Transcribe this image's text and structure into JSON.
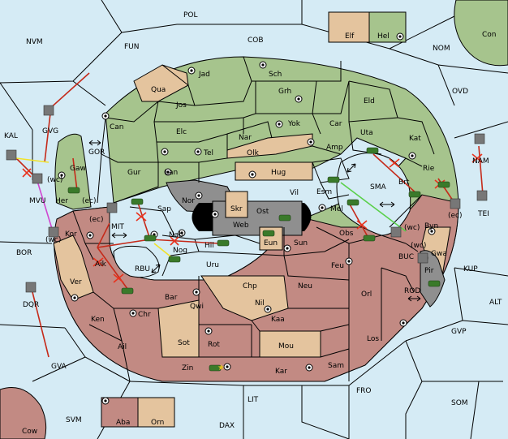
{
  "colors": {
    "sea": "#d5ebf5",
    "green_power": "#a6c48d",
    "red_power": "#c28a83",
    "tan_power": "#e4c49e",
    "neutral_grey": "#8f8f8f",
    "order_red": "#c52a1a",
    "support_yellow": "#f1e22a",
    "convoy_green": "#5ad04a",
    "retreat_magenta": "#d046d0"
  },
  "labels": {
    "pol": "POL",
    "fun": "FUN",
    "cob": "COB",
    "nvm": "NVM",
    "nom": "NOM",
    "con": "Con",
    "ovd": "OVD",
    "kal": "KAL",
    "gor": "GOR",
    "nam": "NAM",
    "tei": "TEI",
    "sma": "SMA",
    "mit": "MIT",
    "bor": "BOR",
    "rbu": "RBU",
    "buc": "BUC",
    "kup": "KUP",
    "rod": "ROD",
    "alt": "ALT",
    "gvp": "GVP",
    "gva": "GVA",
    "lit": "LIT",
    "fro": "FRO",
    "som": "SOM",
    "svm": "SVM",
    "dax": "DAX",
    "cow": "Cow",
    "elf": "Elf",
    "hel": "Hel",
    "aba": "Aba",
    "orn": "Orn",
    "jad": "Jad",
    "sch": "Sch",
    "qua": "Qua",
    "jos": "Jos",
    "grh": "Grh",
    "eld": "Eld",
    "can": "Can",
    "yok": "Yok",
    "car": "Car",
    "uta": "Uta",
    "kat": "Kat",
    "gvg": "GVG",
    "elc": "Elc",
    "nar": "Nar",
    "olk": "Olk",
    "amp": "Amp",
    "gaw": "Gaw",
    "tel": "Tel",
    "gur": "Gur",
    "lan": "Lan",
    "hug": "Hug",
    "brt": "Brt",
    "rie": "Rie",
    "esm": "Esm",
    "vil": "Vil",
    "her": "Her",
    "nor": "Nor",
    "skr": "Skr",
    "ost": "Ost",
    "web": "Web",
    "mel": "Mel",
    "byn": "Byn",
    "mvu": "MVU",
    "sap": "Sap",
    "kor": "Kor",
    "nab": "Nab",
    "eun": "Eun",
    "sun": "Sun",
    "obs": "Obs",
    "hil": "Hil",
    "nog": "Nog",
    "gwa": "Gwa",
    "aik": "Aik",
    "uru": "Uru",
    "feu": "Feu",
    "pir": "Pir",
    "ver": "Ver",
    "chp": "Chp",
    "neu": "Neu",
    "orl": "Orl",
    "bar": "Bar",
    "qwi": "Qwi",
    "nil": "Nil",
    "ken": "Ken",
    "chr": "Chr",
    "kaa": "Kaa",
    "dqr": "DQR",
    "los": "Los",
    "sot": "Sot",
    "rot": "Rot",
    "mou": "Mou",
    "ail": "Ail",
    "zin": "Zin",
    "kar": "Kar",
    "sam": "Sam",
    "ec": "(ec)",
    "wc": "(wc)"
  }
}
